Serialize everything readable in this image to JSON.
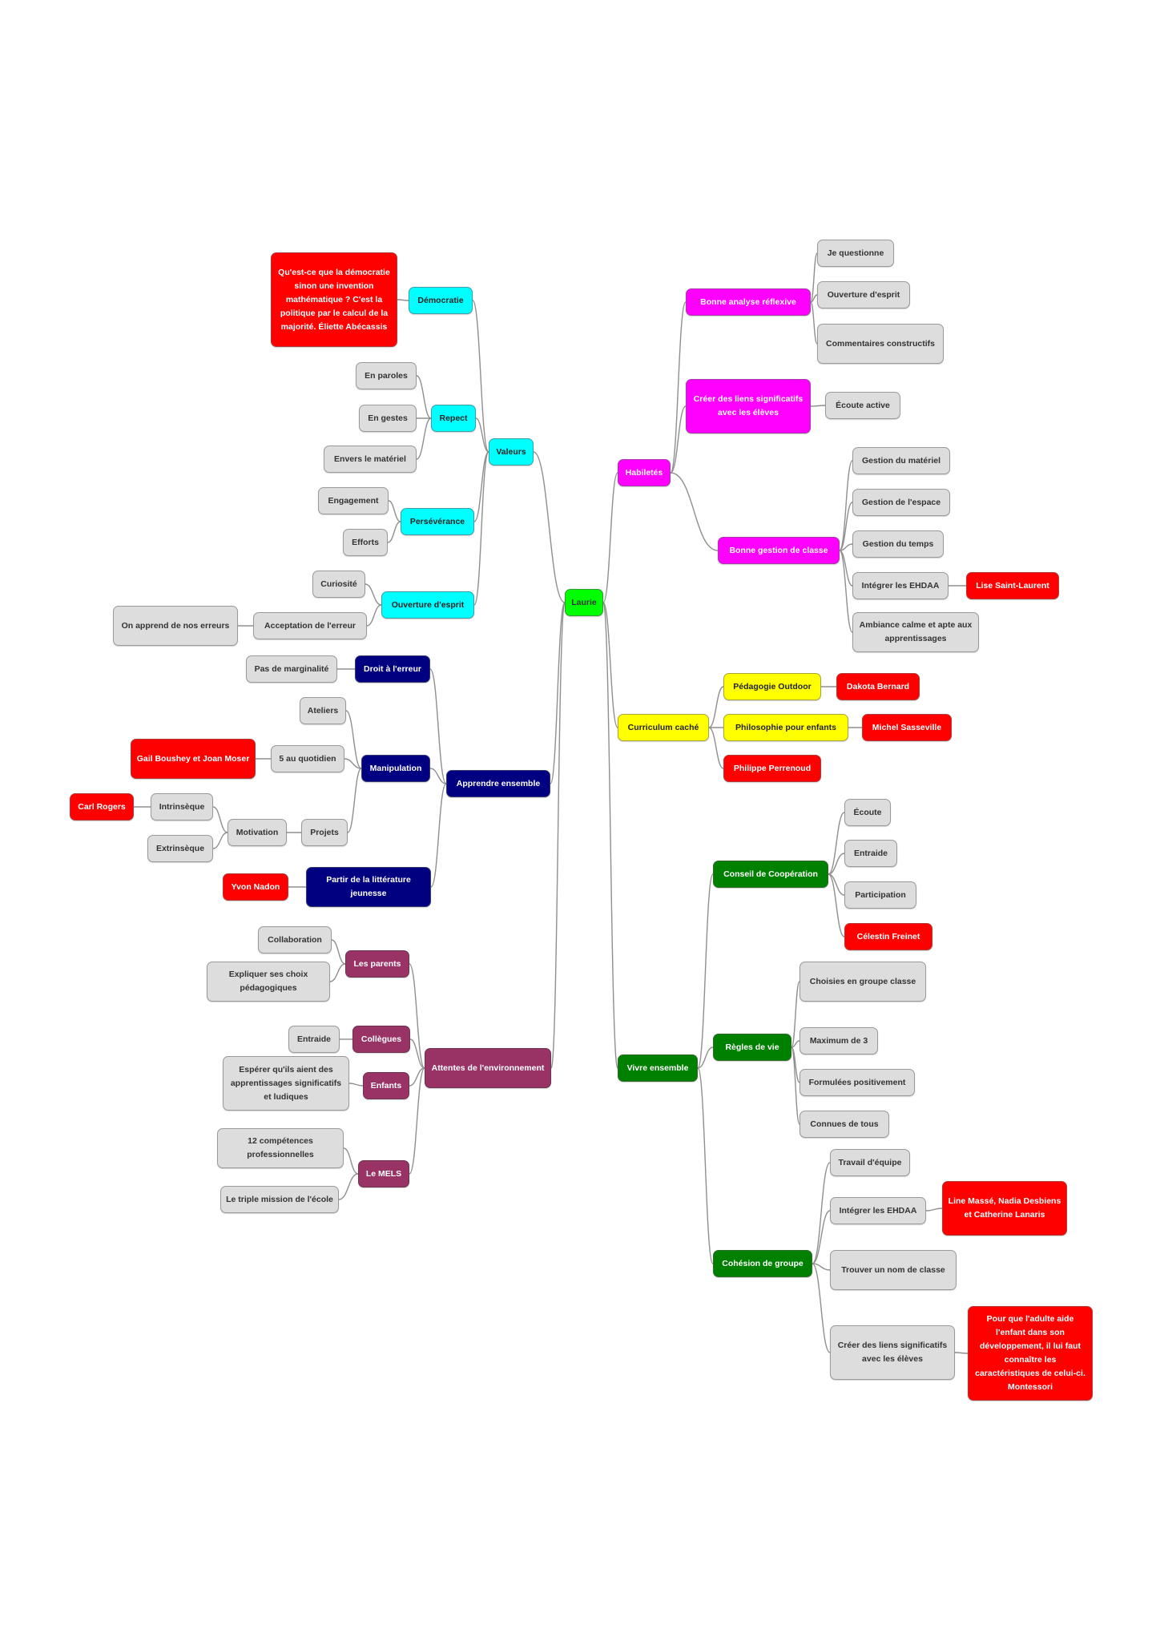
{
  "colors": {
    "root": "#00ff00",
    "valeurs": "#00ffff",
    "habiletes": "#ff00ff",
    "curriculum": "#ffff00",
    "apprendre": "#000080",
    "attentes": "#993366",
    "vivre": "#008000",
    "ref": "#ff0000",
    "leaf": "#dddddd"
  },
  "nodes": {
    "laurie": "Laurie",
    "valeurs": "Valeurs",
    "democratie": "Démocratie",
    "quote_democratie": "Qu'est-ce que la démocratie sinon une invention mathématique ? C'est la politique par le calcul de la majorité. Éliette Abécassis",
    "repect": "Repect",
    "en_paroles": "En paroles",
    "en_gestes": "En gestes",
    "envers_materiel": "Envers le matériel",
    "perseverance": "Persévérance",
    "engagement": "Engagement",
    "efforts": "Efforts",
    "ouverture_esprit_v": "Ouverture d'esprit",
    "curiosite": "Curiosité",
    "acceptation_erreur": "Acceptation de l'erreur",
    "on_apprend": "On apprend de nos erreurs",
    "apprendre": "Apprendre ensemble",
    "droit_erreur": "Droit à l'erreur",
    "pas_marginalite": "Pas de marginalité",
    "manipulation": "Manipulation",
    "ateliers": "Ateliers",
    "cinq_quotidien": "5 au quotidien",
    "gail": "Gail Boushey et Joan Moser",
    "projets": "Projets",
    "motivation": "Motivation",
    "intrinseque": "Intrinsèque",
    "extrinseque": "Extrinsèque",
    "carl": "Carl Rogers",
    "litterature": "Partir de la littérature jeunesse",
    "yvon": "Yvon Nadon",
    "attentes": "Attentes de l'environnement",
    "parents": "Les parents",
    "collaboration": "Collaboration",
    "expliquer": "Expliquer ses choix pédagogiques",
    "collegues": "Collègues",
    "entraide_c": "Entraide",
    "enfants": "Enfants",
    "esperer": "Espérer qu'ils aient des apprentissages significatifs et ludiques",
    "mels": "Le MELS",
    "douze": "12 compétences professionnelles",
    "triple": "Le triple mission de l'école",
    "habiletes": "Habiletés",
    "analyse": "Bonne analyse réflexive",
    "je_questionne": "Je questionne",
    "ouverture_esprit_h": "Ouverture d'esprit",
    "commentaires": "Commentaires constructifs",
    "liens_sig": "Créer des liens significatifs avec les élèves",
    "ecoute_active": "Écoute active",
    "gestion_classe": "Bonne gestion de classe",
    "gestion_materiel": "Gestion du matériel",
    "gestion_espace": "Gestion de l'espace",
    "gestion_temps": "Gestion du temps",
    "integrer_ehdaa_h": "Intégrer les EHDAA",
    "lise": "Lise Saint-Laurent",
    "ambiance": "Ambiance calme et apte aux apprentissages",
    "curriculum": "Curriculum caché",
    "outdoor": "Pédagogie Outdoor",
    "dakota": "Dakota Bernard",
    "philo": "Philosophie pour enfants",
    "michel": "Michel Sasseville",
    "philippe": "Philippe Perrenoud",
    "vivre": "Vivre ensemble",
    "conseil": "Conseil de Coopération",
    "ecoute": "Écoute",
    "entraide_v": "Entraide",
    "participation": "Participation",
    "celestin": "Célestin Freinet",
    "regles": "Règles de vie",
    "choisies": "Choisies en groupe classe",
    "maximum": "Maximum de 3",
    "formulees": "Formulées positivement",
    "connues": "Connues de tous",
    "cohesion": "Cohésion de groupe",
    "travail": "Travail d'équipe",
    "integrer_ehdaa_v": "Intégrer les EHDAA",
    "line": "Line Massé, Nadia Desbiens et Catherine Lanaris",
    "trouver_nom": "Trouver un nom de classe",
    "creer_liens_v": "Créer des liens significatifs avec les élèves",
    "montessori": "Pour que l'adulte aide l'enfant dans son développement, il lui faut connaître les caractéristiques de celui-ci. Montessori"
  }
}
